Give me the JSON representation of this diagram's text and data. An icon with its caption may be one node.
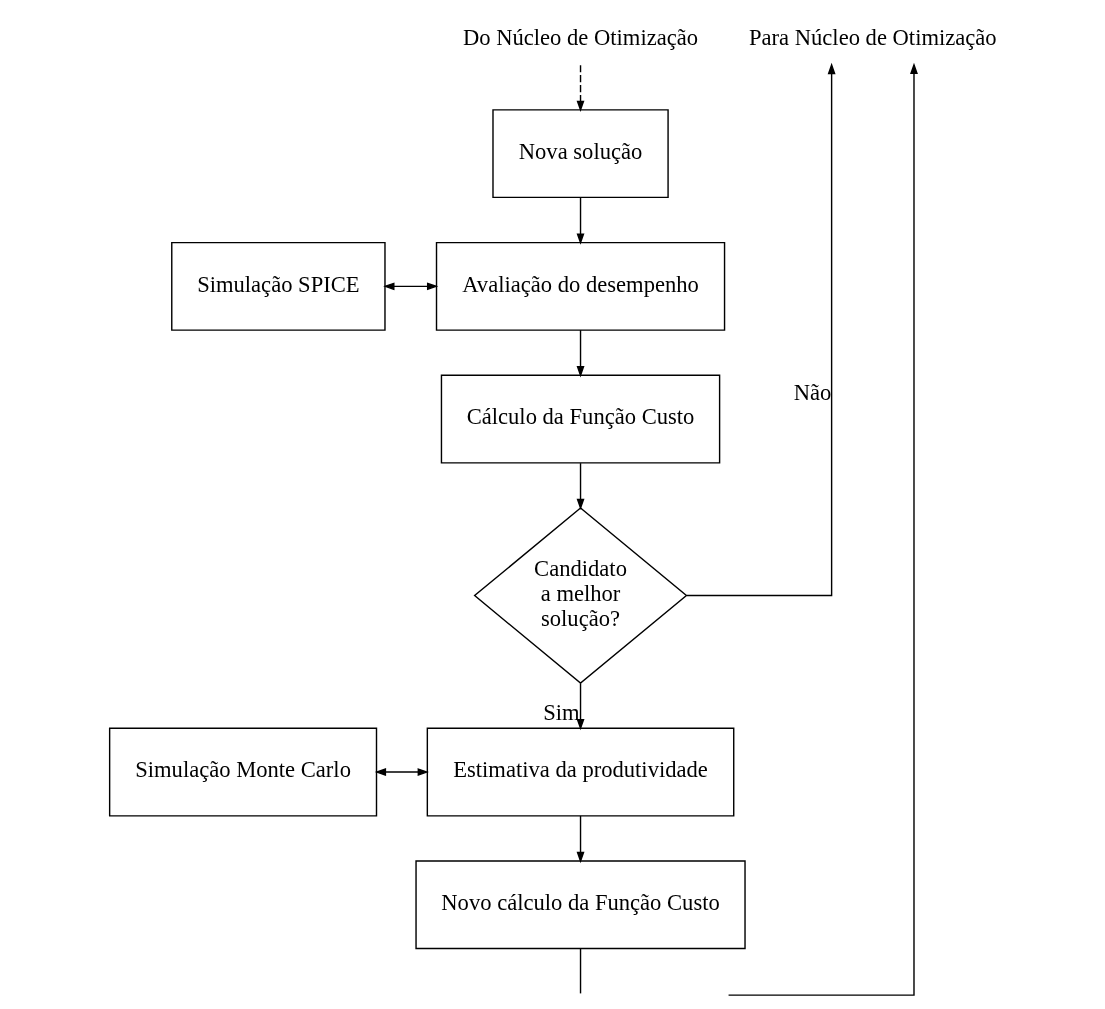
{
  "diagram": {
    "nodes": [
      {
        "text": [
          "Do Núcleo de Otimização"
        ]
      },
      {
        "text": [
          "Nova solução"
        ]
      },
      {
        "text": [
          "Simulação SPICE"
        ]
      },
      {
        "text": [
          "Avaliação do desempenho"
        ]
      },
      {
        "text": [
          "Cálculo da Função Custo"
        ]
      },
      {
        "text": [
          "Candidato a melhor solução?"
        ]
      },
      {
        "text": [
          "Simulação Monte Carlo"
        ]
      },
      {
        "text": [
          "Estimativa da produtividade"
        ]
      },
      {
        "text": [
          "Novo cálculo da Função Custo"
        ]
      },
      {
        "text": [
          "Para Núcleo de Otimização"
        ]
      }
    ],
    "edges": [
      {
        "from": 0,
        "to": 1,
        "arrow": "to",
        "style": "dashed"
      },
      {
        "from": 1,
        "to": 3,
        "arrow": "to"
      },
      {
        "from": 2,
        "to": 3,
        "arrow": "both"
      },
      {
        "from": 3,
        "to": 4,
        "arrow": "to"
      },
      {
        "from": 4,
        "to": 5,
        "arrow": "to"
      },
      {
        "from": 5,
        "to": 9,
        "arrow": "to",
        "label": "Não"
      },
      {
        "from": 5,
        "to": 7,
        "arrow": "to",
        "label": "Sim"
      },
      {
        "from": 6,
        "to": 7,
        "arrow": "both"
      },
      {
        "from": 7,
        "to": 8,
        "arrow": "to"
      },
      {
        "from": 8,
        "to": null,
        "arrow": "none"
      },
      {
        "from": null,
        "to": 9,
        "arrow": "to"
      }
    ]
  }
}
